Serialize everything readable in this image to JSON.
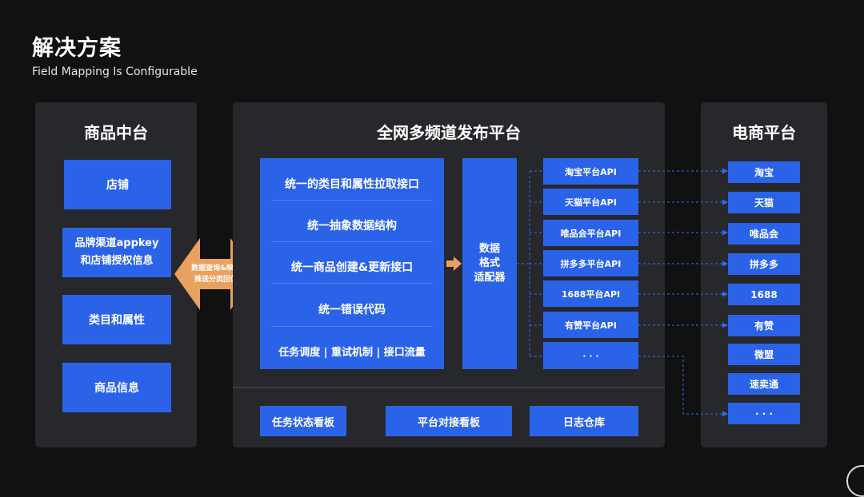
{
  "title": "解决方案",
  "subtitle": "Field Mapping Is Configurable",
  "left_panel": {
    "title": "商品中台",
    "items": [
      {
        "label": "店铺"
      },
      {
        "label": "品牌渠道appkey\n和店铺授权信息"
      },
      {
        "label": "类目和属性"
      },
      {
        "label": "商品信息"
      }
    ]
  },
  "connector": {
    "label": "数据查询&映射\n推送分类回值"
  },
  "center_panel": {
    "title": "全网多频道发布平台",
    "unified_rows": [
      "统一的类目和属性拉取接口",
      "统一抽象数据结构",
      "统一商品创建&更新接口",
      "统一错误代码",
      "任务调度 | 重试机制 | 接口流量"
    ],
    "adapter": "数据\n格式\n适配器",
    "apis": [
      "淘宝平台API",
      "天猫平台API",
      "唯品会平台API",
      "拼多多平台API",
      "1688平台API",
      "有赞平台API",
      "· · ·"
    ],
    "dashboards": [
      "任务状态看板",
      "平台对接看板",
      "日志仓库"
    ]
  },
  "right_panel": {
    "title": "电商平台",
    "platforms": [
      "淘宝",
      "天猫",
      "唯品会",
      "拼多多",
      "1688",
      "有赞",
      "微盟",
      "速卖通",
      "· · ·"
    ]
  },
  "colors": {
    "background": "#111112",
    "panel": "#27282b",
    "box_blue": "#2b63e8",
    "connector_orange": "#e9a160"
  }
}
